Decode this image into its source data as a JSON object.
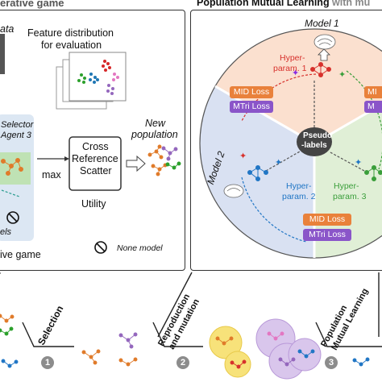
{
  "left_title": "erative game",
  "right_title_bold": "Population Mutual Learning",
  "right_title_gray": " with mu",
  "left_panel": {
    "data_fragment": "ata",
    "feature_caption_1": "Feature distribution",
    "feature_caption_2": "for evaluation",
    "selector_1": "Selector",
    "selector_2": "Agent 3",
    "max_label": "max",
    "scatter_1": "Cross",
    "scatter_2": "Reference",
    "scatter_3": "Scatter",
    "utility": "Utility",
    "new_pop_1": "New",
    "new_pop_2": "population",
    "els": "els",
    "ive_game": "ive game",
    "none_model": "None model"
  },
  "right_panel": {
    "model1": "Model 1",
    "model2": "Model 2",
    "hyper1_a": "Hyper-",
    "hyper1_b": "param. 1",
    "hyper2_a": "Hyper-",
    "hyper2_b": "param. 2",
    "hyper3_a": "Hyper-",
    "hyper3_b": "param. 3",
    "pseudo_1": "Pseudo",
    "pseudo_2": "-labels",
    "mid_loss": "MID Loss",
    "mtri_loss": "MTri Loss",
    "mid_loss_cut": "MI",
    "mtri_loss_cut": "M"
  },
  "bottom": {
    "selection": "Selection",
    "reproduction_1": "Reproduction",
    "reproduction_2": "and mutation",
    "pml_1": "Population",
    "pml_2": "Mutual Learning",
    "step1": "1",
    "step2": "2",
    "step3": "3"
  },
  "colors": {
    "orange": "#e9813b",
    "purple": "#8a55c9",
    "model1_bg": "#fbe0cf",
    "model2_bg": "#d9e1f2",
    "model3_bg": "#e0efd6",
    "red_net": "#d7312c",
    "blue_net": "#2176c5",
    "green_net": "#3a9e3a"
  }
}
